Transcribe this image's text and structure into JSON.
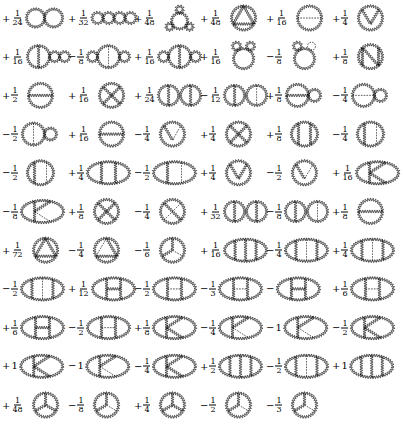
{
  "diagram": {
    "labels": [
      "+",
      "1",
      "24",
      "+",
      "1",
      "32",
      "+",
      "1",
      "48",
      "+",
      "1",
      "48",
      "+",
      "1",
      "16",
      "+",
      "1",
      "4",
      "+",
      "1",
      "16",
      "−",
      "1",
      "8",
      "+",
      "1",
      "16",
      "+",
      "1",
      "16",
      "−",
      "1",
      "8",
      "+",
      "1",
      "8",
      "+",
      "1",
      "2",
      "+",
      "1",
      "16",
      "+",
      "1",
      "24",
      "−",
      "1",
      "12",
      "+",
      "1",
      "8",
      "−",
      "1",
      "4",
      "−",
      "1",
      "2",
      "+",
      "1",
      "16",
      "−",
      "1",
      "4",
      "+",
      "1",
      "4",
      "+",
      "1",
      "8",
      "−",
      "1",
      "4",
      "−",
      "1",
      "2",
      "+",
      "1",
      "4",
      "−",
      "1",
      "2",
      "+",
      "1",
      "4",
      "−",
      "1",
      "2",
      "+",
      "1",
      "16",
      "−",
      "1",
      "8",
      "+",
      "1",
      "8",
      "−",
      "1",
      "4",
      "+",
      "1",
      "32",
      "−",
      "1",
      "8",
      "+",
      "1",
      "8",
      "+",
      "1",
      "72",
      "−",
      "1",
      "4",
      "−",
      "1",
      "6",
      "+",
      "1",
      "16",
      "−",
      "1",
      "4",
      "+",
      "1",
      "4",
      "−",
      "1",
      "2",
      "+",
      "1",
      "12",
      "−",
      "1",
      "2",
      "−",
      "1",
      "3",
      "−",
      "+",
      "1",
      "6",
      "+",
      "1",
      "6",
      "−",
      "1",
      "2",
      "+",
      "1",
      "8",
      "−",
      "1",
      "4",
      "−",
      "1",
      "−",
      "1",
      "2",
      "+",
      "1",
      "−",
      "1",
      "−",
      "1",
      "4",
      "+",
      "1",
      "2",
      "−",
      "1",
      "2",
      "+",
      "1",
      "+",
      "1",
      "48",
      "−",
      "1",
      "8",
      "+",
      "1",
      "4",
      "−",
      "1",
      "2",
      "−",
      "1",
      "3"
    ]
  }
}
